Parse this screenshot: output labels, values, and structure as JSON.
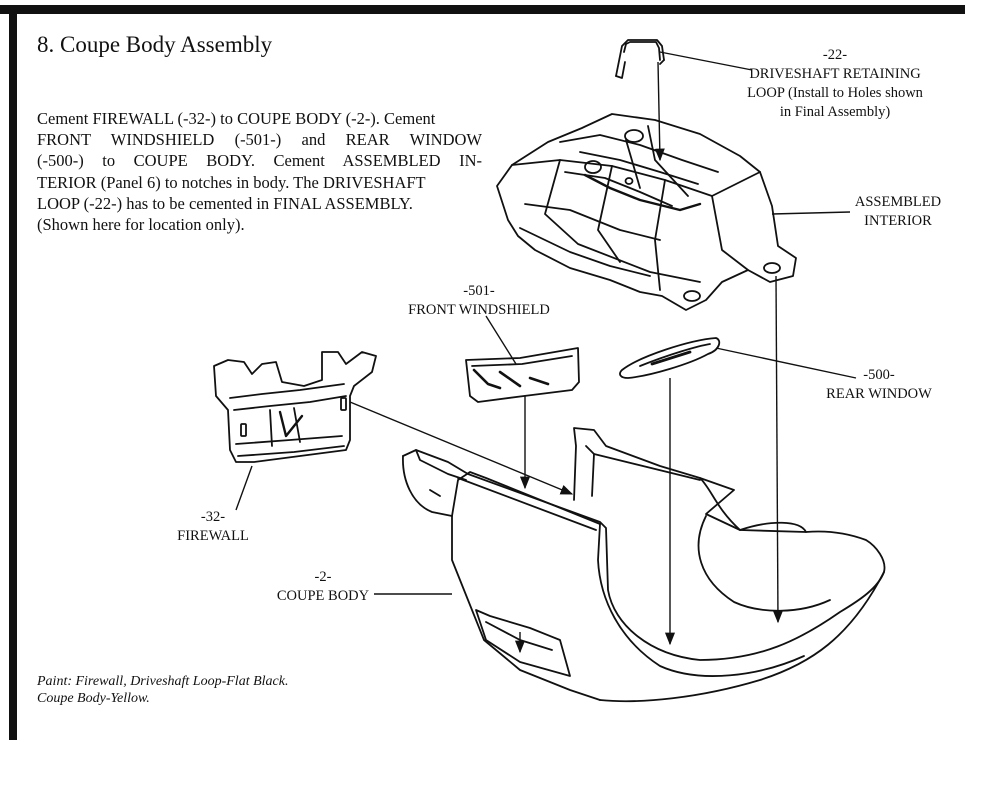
{
  "title": "8. Coupe Body Assembly",
  "instructions": [
    "Cement FIREWALL (-32-) to COUPE BODY (-2-). Cement",
    "FRONT WINDSHIELD (-501-) and REAR WINDOW",
    "(-500-) to COUPE BODY. Cement ASSEMBLED IN-",
    "TERIOR (Panel 6) to notches in body. The DRIVESHAFT",
    "LOOP (-22-) has to be cemented in FINAL ASSEMBLY.",
    "(Shown here for location only)."
  ],
  "parts": {
    "driveshaft_loop": {
      "number": "-22-",
      "name": "DRIVESHAFT RETAINING",
      "note_1": "LOOP (Install to Holes shown",
      "note_2": "in Final Assembly)"
    },
    "interior": {
      "line_1": "ASSEMBLED",
      "line_2": "INTERIOR"
    },
    "windshield": {
      "number": "-501-",
      "name": "FRONT WINDSHIELD"
    },
    "rear_window": {
      "number": "-500-",
      "name": "REAR WINDOW"
    },
    "firewall": {
      "number": "-32-",
      "name": "FIREWALL"
    },
    "coupe_body": {
      "number": "-2-",
      "name": "COUPE BODY"
    }
  },
  "paint_notes": [
    "Paint: Firewall, Driveshaft Loop-Flat Black.",
    "Coupe Body-Yellow."
  ]
}
